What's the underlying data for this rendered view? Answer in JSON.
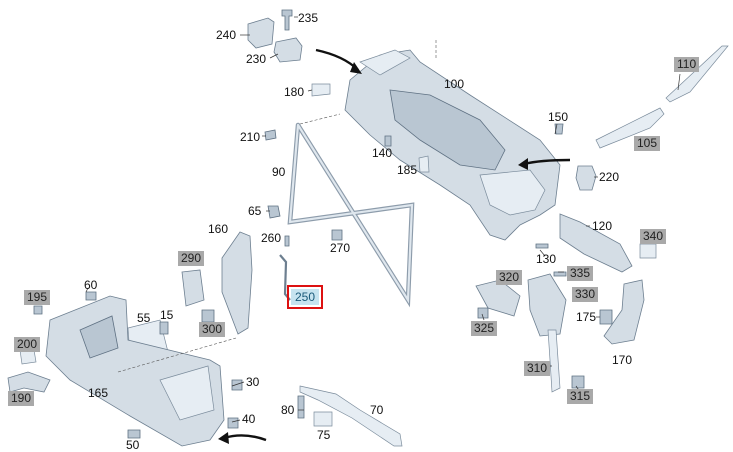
{
  "callouts": [
    {
      "id": "240",
      "style": "plain"
    },
    {
      "id": "235",
      "style": "plain"
    },
    {
      "id": "230",
      "style": "plain"
    },
    {
      "id": "100",
      "style": "plain"
    },
    {
      "id": "180",
      "style": "plain"
    },
    {
      "id": "210",
      "style": "plain"
    },
    {
      "id": "140",
      "style": "plain"
    },
    {
      "id": "150",
      "style": "plain"
    },
    {
      "id": "110",
      "style": "gray"
    },
    {
      "id": "105",
      "style": "gray"
    },
    {
      "id": "90",
      "style": "plain"
    },
    {
      "id": "185",
      "style": "plain"
    },
    {
      "id": "220",
      "style": "plain"
    },
    {
      "id": "65",
      "style": "plain"
    },
    {
      "id": "160",
      "style": "plain"
    },
    {
      "id": "260",
      "style": "plain"
    },
    {
      "id": "270",
      "style": "plain"
    },
    {
      "id": "120",
      "style": "plain"
    },
    {
      "id": "340",
      "style": "gray"
    },
    {
      "id": "130",
      "style": "plain"
    },
    {
      "id": "290",
      "style": "gray"
    },
    {
      "id": "320",
      "style": "gray"
    },
    {
      "id": "335",
      "style": "gray"
    },
    {
      "id": "60",
      "style": "plain"
    },
    {
      "id": "250",
      "style": "selected"
    },
    {
      "id": "330",
      "style": "gray"
    },
    {
      "id": "195",
      "style": "gray"
    },
    {
      "id": "55",
      "style": "plain"
    },
    {
      "id": "15",
      "style": "plain"
    },
    {
      "id": "300",
      "style": "gray"
    },
    {
      "id": "325",
      "style": "gray"
    },
    {
      "id": "175",
      "style": "plain"
    },
    {
      "id": "200",
      "style": "gray"
    },
    {
      "id": "170",
      "style": "plain"
    },
    {
      "id": "310",
      "style": "gray"
    },
    {
      "id": "165",
      "style": "plain"
    },
    {
      "id": "30",
      "style": "plain"
    },
    {
      "id": "190",
      "style": "gray"
    },
    {
      "id": "315",
      "style": "gray"
    },
    {
      "id": "80",
      "style": "plain"
    },
    {
      "id": "70",
      "style": "plain"
    },
    {
      "id": "40",
      "style": "plain"
    },
    {
      "id": "75",
      "style": "plain"
    },
    {
      "id": "50",
      "style": "plain"
    }
  ],
  "selected_part": "250",
  "colors": {
    "highlight_border": "#dd1111",
    "highlight_fill": "#c6e3ef",
    "gray_tag": "#a9a9a9"
  }
}
